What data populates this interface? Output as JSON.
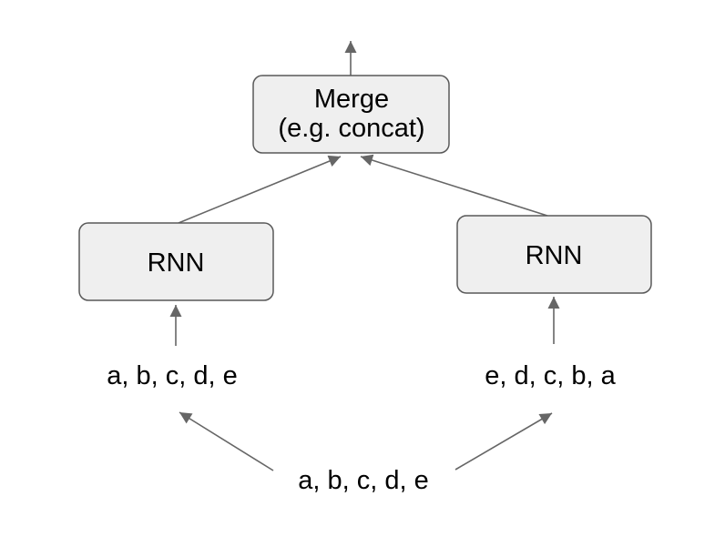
{
  "diagram": {
    "title": "bidirectional-rnn-diagram",
    "colors": {
      "background": "#ffffff",
      "box_fill": "#efefef",
      "box_border": "#595959",
      "arrow": "#666666",
      "text": "#000000"
    },
    "nodes": {
      "merge": {
        "label_line1": "Merge",
        "label_line2": "(e.g. concat)"
      },
      "rnn_left": {
        "label": "RNN"
      },
      "rnn_right": {
        "label": "RNN"
      },
      "input_left": {
        "label": "a, b, c, d, e"
      },
      "input_right": {
        "label": "e, d, c, b, a"
      },
      "source": {
        "label": "a, b, c, d, e"
      }
    },
    "edges": [
      {
        "name": "merge-output",
        "from": "merge",
        "to": "output"
      },
      {
        "name": "rnn-left-to-merge",
        "from": "rnn_left",
        "to": "merge"
      },
      {
        "name": "rnn-right-to-merge",
        "from": "rnn_right",
        "to": "merge"
      },
      {
        "name": "input-left-to-rnn-left",
        "from": "input_left",
        "to": "rnn_left"
      },
      {
        "name": "input-right-to-rnn-right",
        "from": "input_right",
        "to": "rnn_right"
      },
      {
        "name": "source-to-input-left",
        "from": "source",
        "to": "input_left"
      },
      {
        "name": "source-to-input-right",
        "from": "source",
        "to": "input_right"
      }
    ]
  }
}
